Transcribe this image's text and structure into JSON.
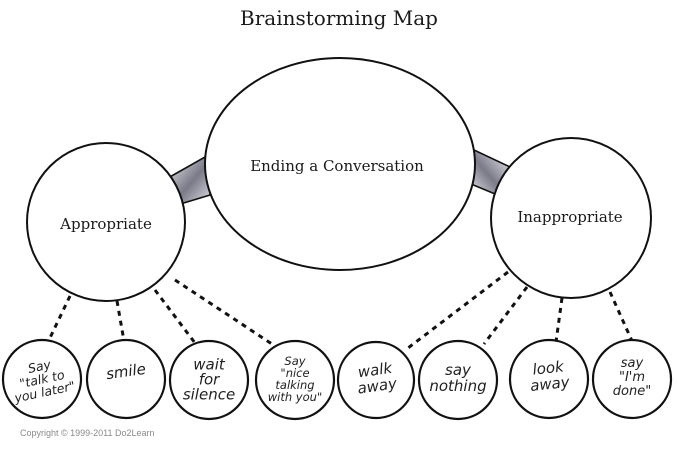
{
  "title": "Brainstorming Map",
  "central_topic": "Ending a Conversation",
  "branches": [
    {
      "label": "Appropriate",
      "ideas": [
        "Say\n\"talk to\nyou later\"",
        "smile",
        "wait\nfor\nsilence",
        "Say\n\"nice\ntalking\nwith you\""
      ]
    },
    {
      "label": "Inappropriate",
      "ideas": [
        "walk\naway",
        "say\nnothing",
        "look\naway",
        "say\n\"I'm\ndone\""
      ]
    }
  ],
  "copyright": "Copyright © 1999-2011 Do2Learn",
  "colors": {
    "stroke": "#111111",
    "connector_light": "#e8e8f0",
    "connector_dark": "#6a6a78",
    "copyright": "#8a8a8a"
  }
}
